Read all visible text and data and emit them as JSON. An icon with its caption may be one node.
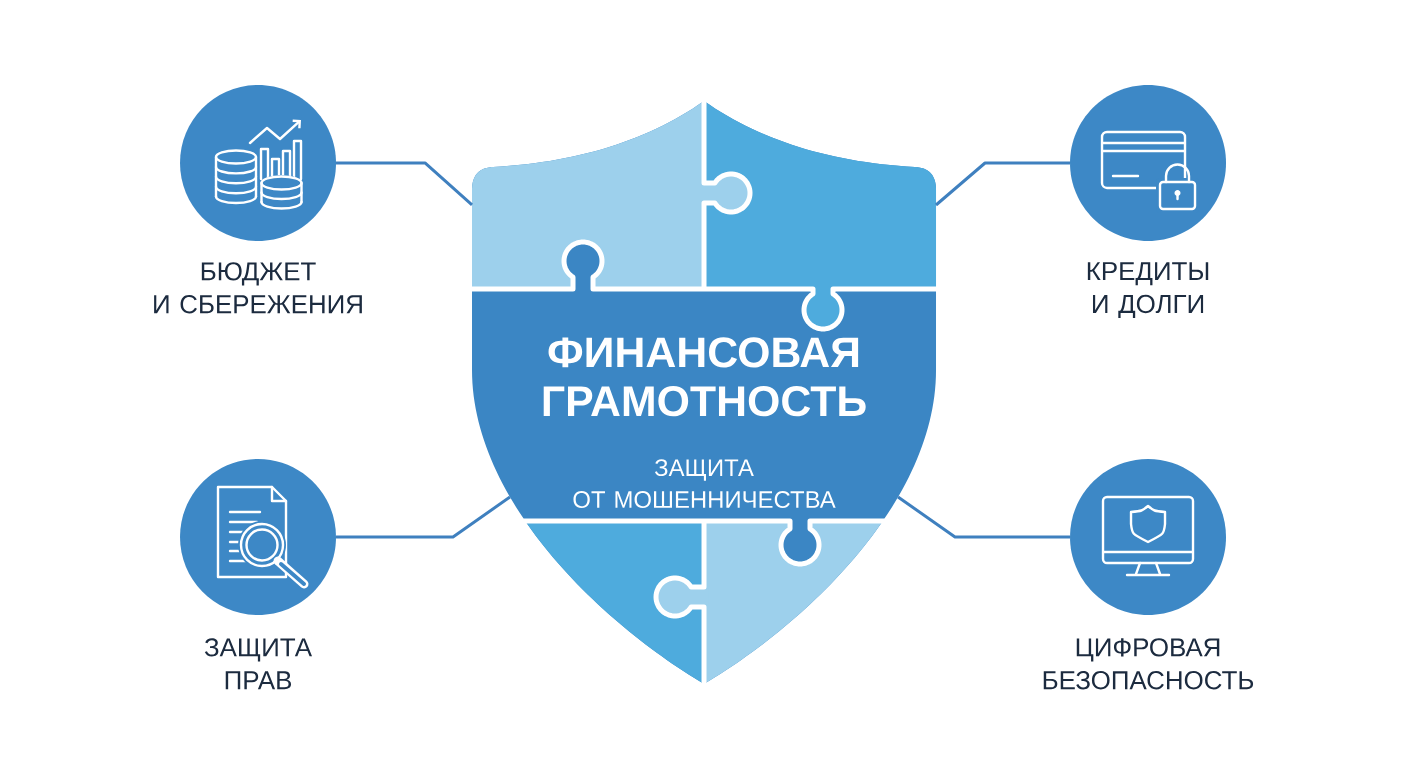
{
  "diagram": {
    "nodes": [
      {
        "text": [
          "ФИНАНСОВАЯ ГРАМОТНОСТЬ",
          "ЗАЩИТА ОТ МОШЕННИЧЕСТВА"
        ]
      },
      {
        "text": [
          "БЮДЖЕТ И СБЕРЕЖЕНИЯ"
        ]
      },
      {
        "text": [
          "КРЕДИТЫ И ДОЛГИ"
        ]
      },
      {
        "text": [
          "ЗАЩИТА ПРАВ"
        ]
      },
      {
        "text": [
          "ЦИФРОВАЯ БЕЗОПАСНОСТЬ"
        ]
      }
    ],
    "edges": [
      {
        "from": 1,
        "to": 0,
        "arrow": "none"
      },
      {
        "from": 2,
        "to": 0,
        "arrow": "none"
      },
      {
        "from": 3,
        "to": 0,
        "arrow": "none"
      },
      {
        "from": 4,
        "to": 0,
        "arrow": "none"
      }
    ]
  }
}
